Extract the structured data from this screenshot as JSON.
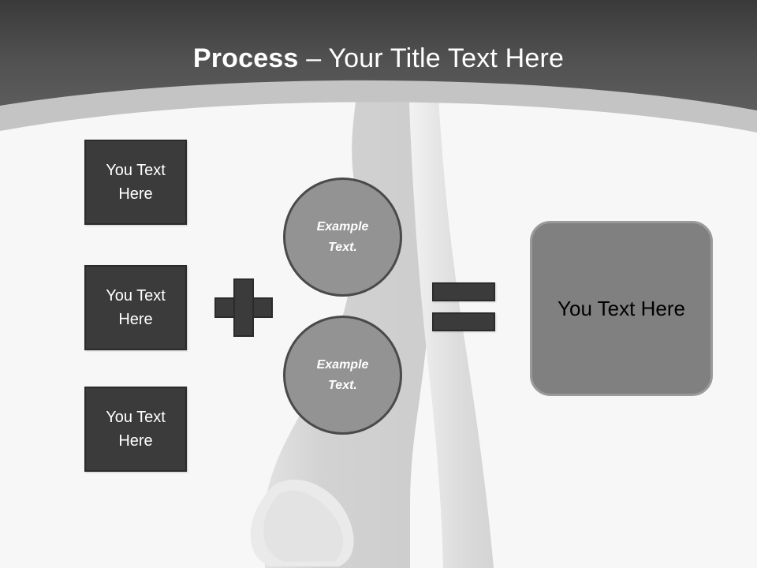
{
  "slide": {
    "title_strong": "Process",
    "title_rest": " – Your Title Text Here"
  },
  "inputs": [
    {
      "label": "You Text\nHere"
    },
    {
      "label": "You Text\nHere"
    },
    {
      "label": "You Text\nHere"
    }
  ],
  "operators": {
    "plus": "+",
    "equals": "="
  },
  "circles": [
    {
      "label": "Example\nText."
    },
    {
      "label": "Example\nText."
    }
  ],
  "result": {
    "label": "You Text Here"
  },
  "colors": {
    "header_top": "#3a3a3a",
    "header_bottom": "#5d5d5d",
    "header_accent_band": "#c4c4c4",
    "slide_background": "#f7f7f7",
    "box_fill": "#3b3b3b",
    "box_border": "#2b2b2b",
    "circle_fill": "#939393",
    "circle_border": "#4a4a4a",
    "result_fill": "#808080",
    "result_border": "#9a9a9a",
    "silhouette": "#d2d2d2",
    "title_text": "#ffffff",
    "box_text": "#ffffff",
    "result_text": "#000000"
  }
}
